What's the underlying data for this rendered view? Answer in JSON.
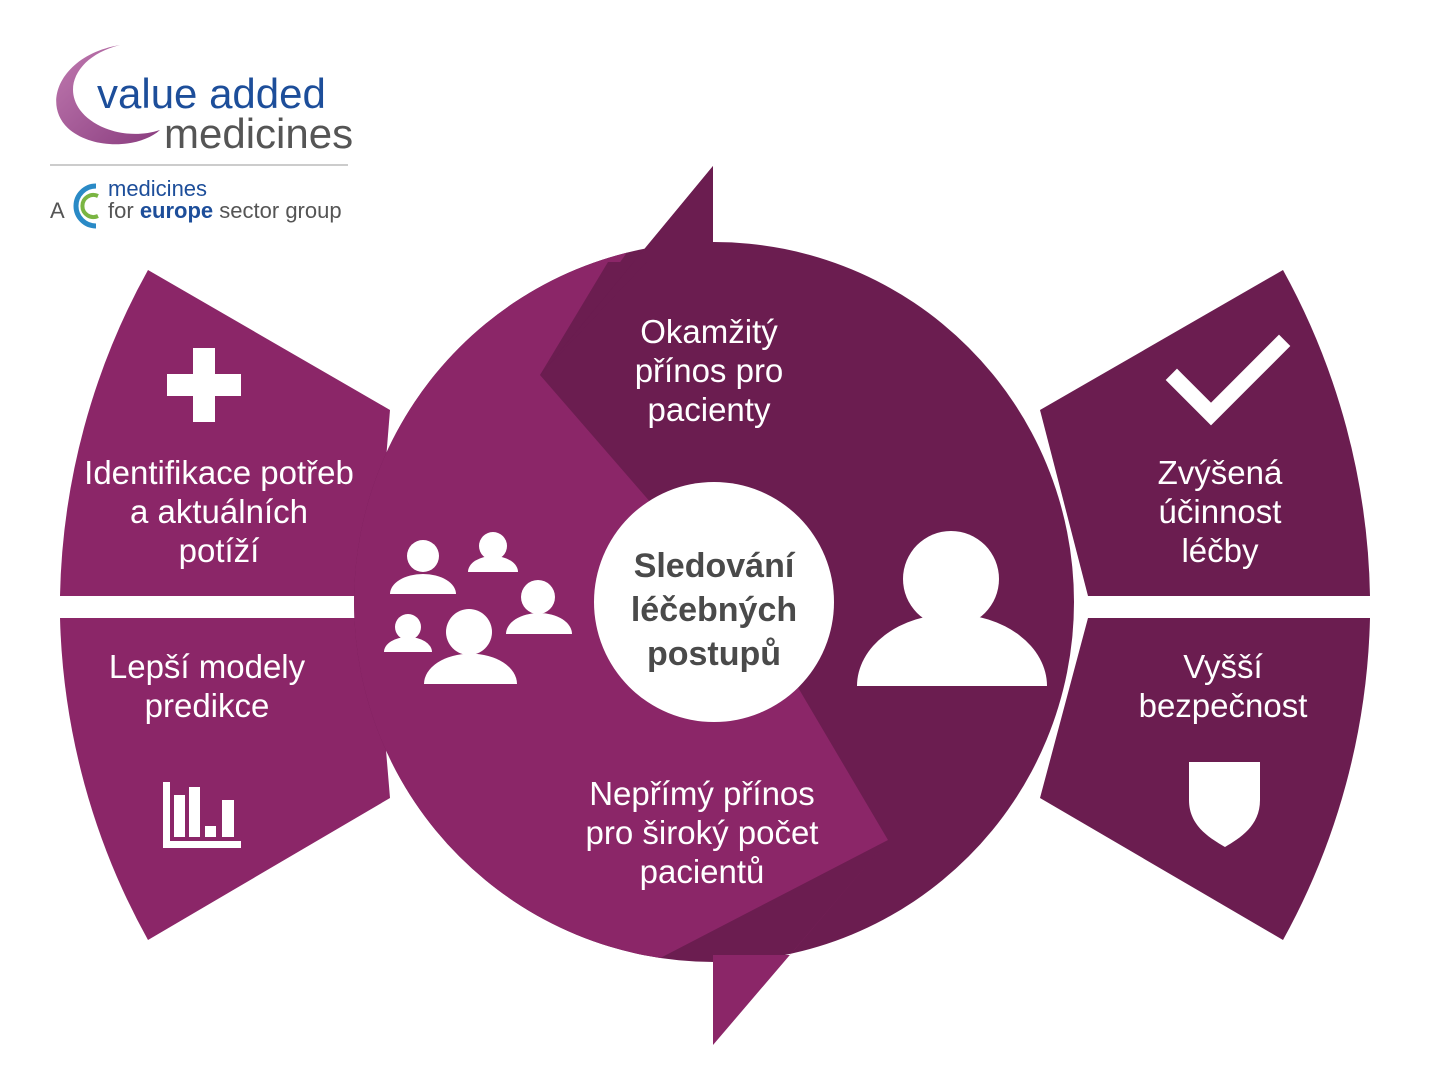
{
  "logo": {
    "line1": "value added",
    "line2": "medicines",
    "sub_prefix": "A",
    "sub_line1": "medicines",
    "sub_for": "for",
    "sub_europe": "europe",
    "sub_rest": "sector group"
  },
  "center": {
    "line1": "Sledování",
    "line2": "léčebných",
    "line3": "postupů"
  },
  "top_arrow": [
    "Okamžitý",
    "přínos pro",
    "pacienty"
  ],
  "bottom_arrow": [
    "Nepřímý přínos",
    "pro široký počet",
    "pacientů"
  ],
  "left_top": [
    "Identifikace potřeb",
    "a aktuálních",
    "potíží"
  ],
  "left_bottom": [
    "Lepší modely",
    "predikce"
  ],
  "right_top": [
    "Zvýšená",
    "účinnost",
    "léčby"
  ],
  "right_bottom": [
    "Vyšší",
    "bezpečnost"
  ],
  "icons": {
    "left_top": "plus-icon",
    "left_bottom": "bar-chart-icon",
    "right_top": "checkmark-icon",
    "right_bottom": "shield-icon",
    "left_circle": "group-of-people-icon",
    "right_circle": "single-person-icon"
  },
  "colors": {
    "light_purple": "#8b2668",
    "dark_purple": "#6b1d50",
    "logo_blue": "#1d4e9a",
    "logo_gray": "#555555",
    "center_text": "#4a4a4a"
  }
}
